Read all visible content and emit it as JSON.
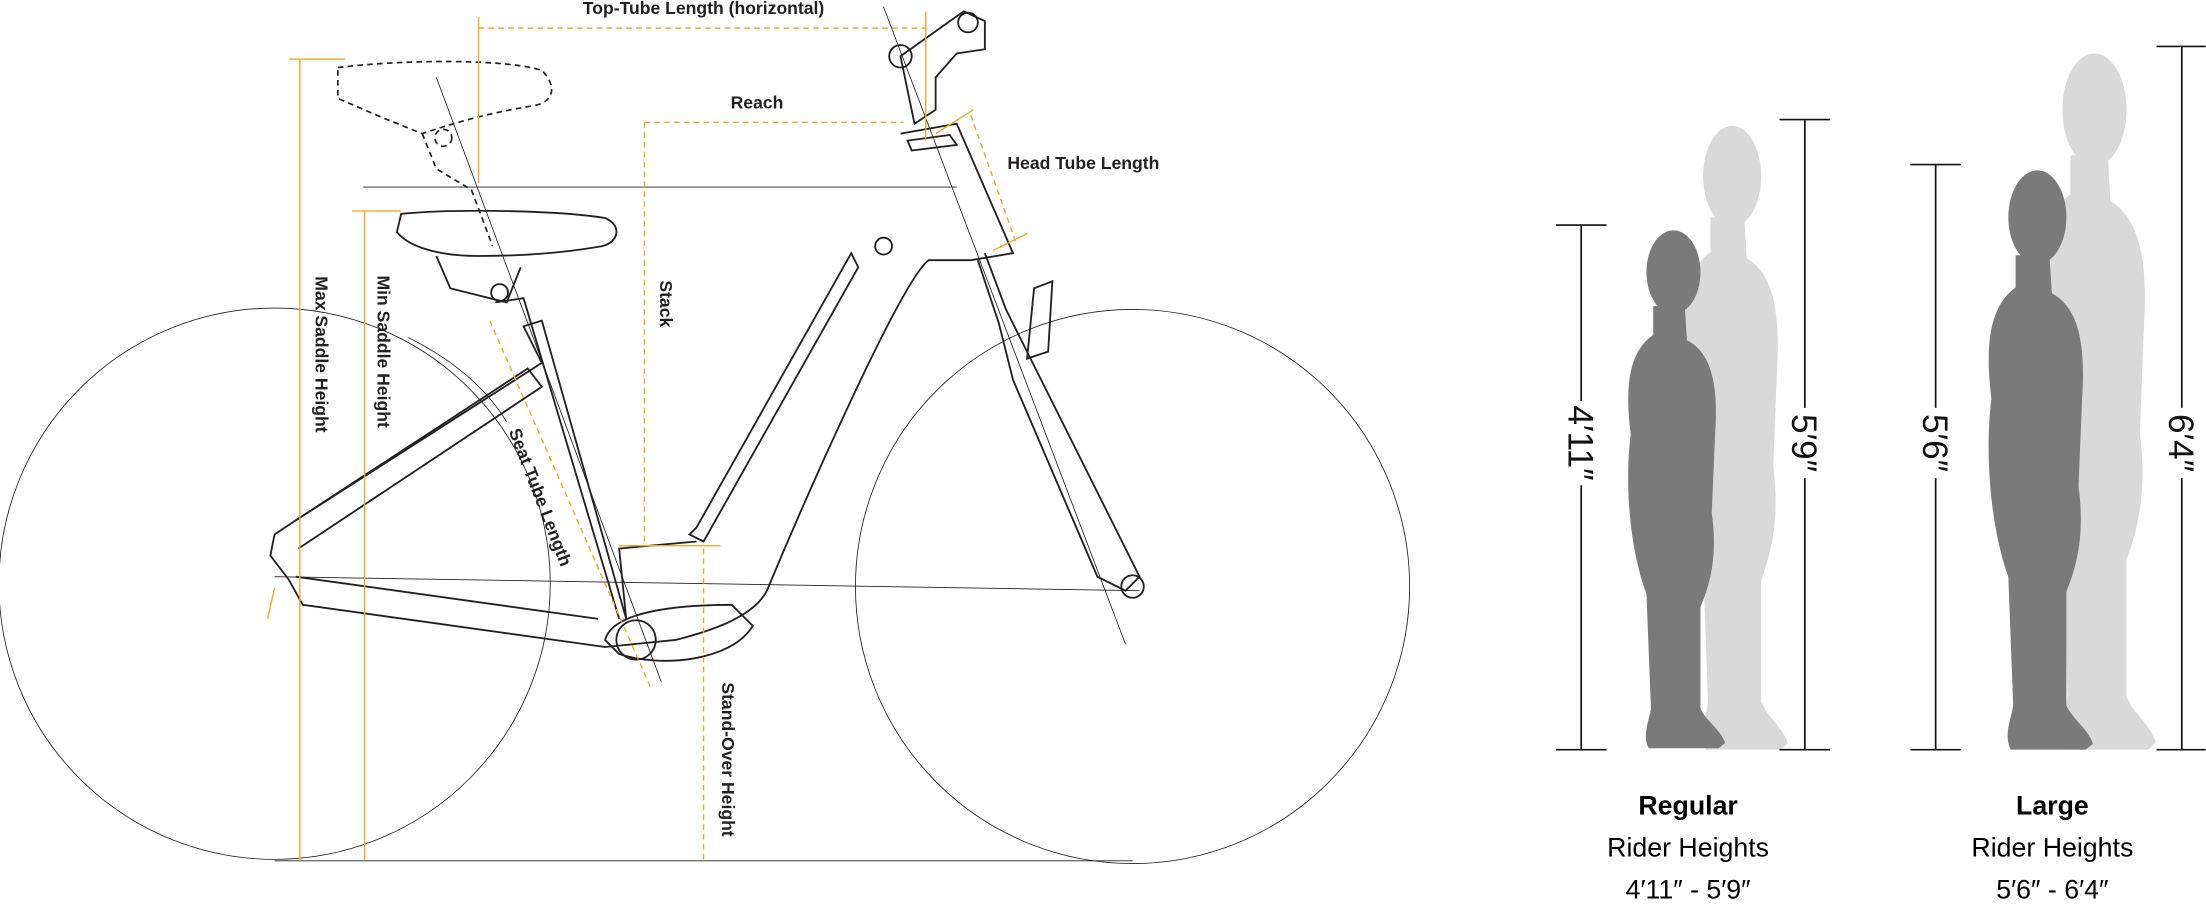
{
  "geometry_labels": {
    "top_tube": "Top-Tube Length (horizontal)",
    "reach": "Reach",
    "head_tube": "Head Tube Length",
    "stack": "Stack",
    "max_saddle": "Max Saddle Height",
    "min_saddle": "Min Saddle Height",
    "seat_tube": "Seat Tube Length",
    "stand_over": "Stand-Over Height"
  },
  "colors": {
    "guide": "#f5a623",
    "line": "#231f20",
    "rider_dark": "#7a7a7a",
    "rider_light": "#d9d9d9"
  },
  "sizes": [
    {
      "name": "Regular",
      "subtitle": "Rider Heights",
      "range": "4′11″ - 5′9″",
      "min": "4′11″",
      "max": "5′9″"
    },
    {
      "name": "Large",
      "subtitle": "Rider Heights",
      "range": "5′6″ - 6′4″",
      "min": "5′6″",
      "max": "6′4″"
    }
  ]
}
